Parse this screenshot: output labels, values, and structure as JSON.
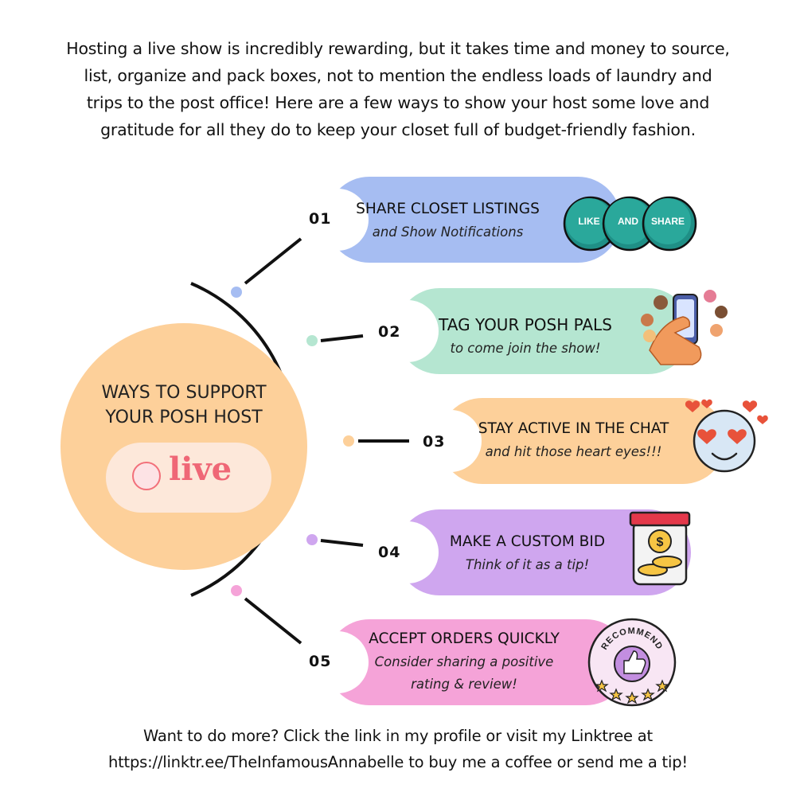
{
  "intro": "Hosting a live show is incredibly rewarding, but it takes time and money to source, list, organize and pack boxes, not to mention the endless loads of laundry and trips to the post office! Here are a few ways to show your host some love and gratitude for all they do to keep your closet full of budget-friendly fashion.",
  "hub": {
    "title": "WAYS TO SUPPORT YOUR POSH HOST",
    "logo_word": "live"
  },
  "steps": [
    {
      "number": "01",
      "title": "SHARE CLOSET LISTINGS",
      "subtitle": "and Show Notifications",
      "color": "#a6bdf2",
      "icon": "like-and-share-badges",
      "badges": [
        "LIKE",
        "AND",
        "SHARE"
      ]
    },
    {
      "number": "02",
      "title": "TAG YOUR POSH PALS",
      "subtitle": "to come join the show!",
      "color": "#b5e6d1",
      "icon": "phone-tagging-friends-icon"
    },
    {
      "number": "03",
      "title": "STAY ACTIVE IN THE CHAT",
      "subtitle": "and hit those heart eyes!!!",
      "color": "#fdd09a",
      "icon": "heart-eyes-emoji-icon"
    },
    {
      "number": "04",
      "title": "MAKE A CUSTOM BID",
      "subtitle": "Think of it as a tip!",
      "color": "#cfa6ef",
      "icon": "tip-jar-icon"
    },
    {
      "number": "05",
      "title": "ACCEPT ORDERS QUICKLY",
      "subtitle": "Consider sharing a positive rating & review!",
      "color": "#f5a3d8",
      "icon": "recommend-badge-icon",
      "badge_text": "RECOMMEND"
    }
  ],
  "outro": "Want to do more? Click the link in my profile or visit my Linktree at https://linktr.ee/TheInfamousAnnabelle to buy me a coffee or send me a tip!"
}
